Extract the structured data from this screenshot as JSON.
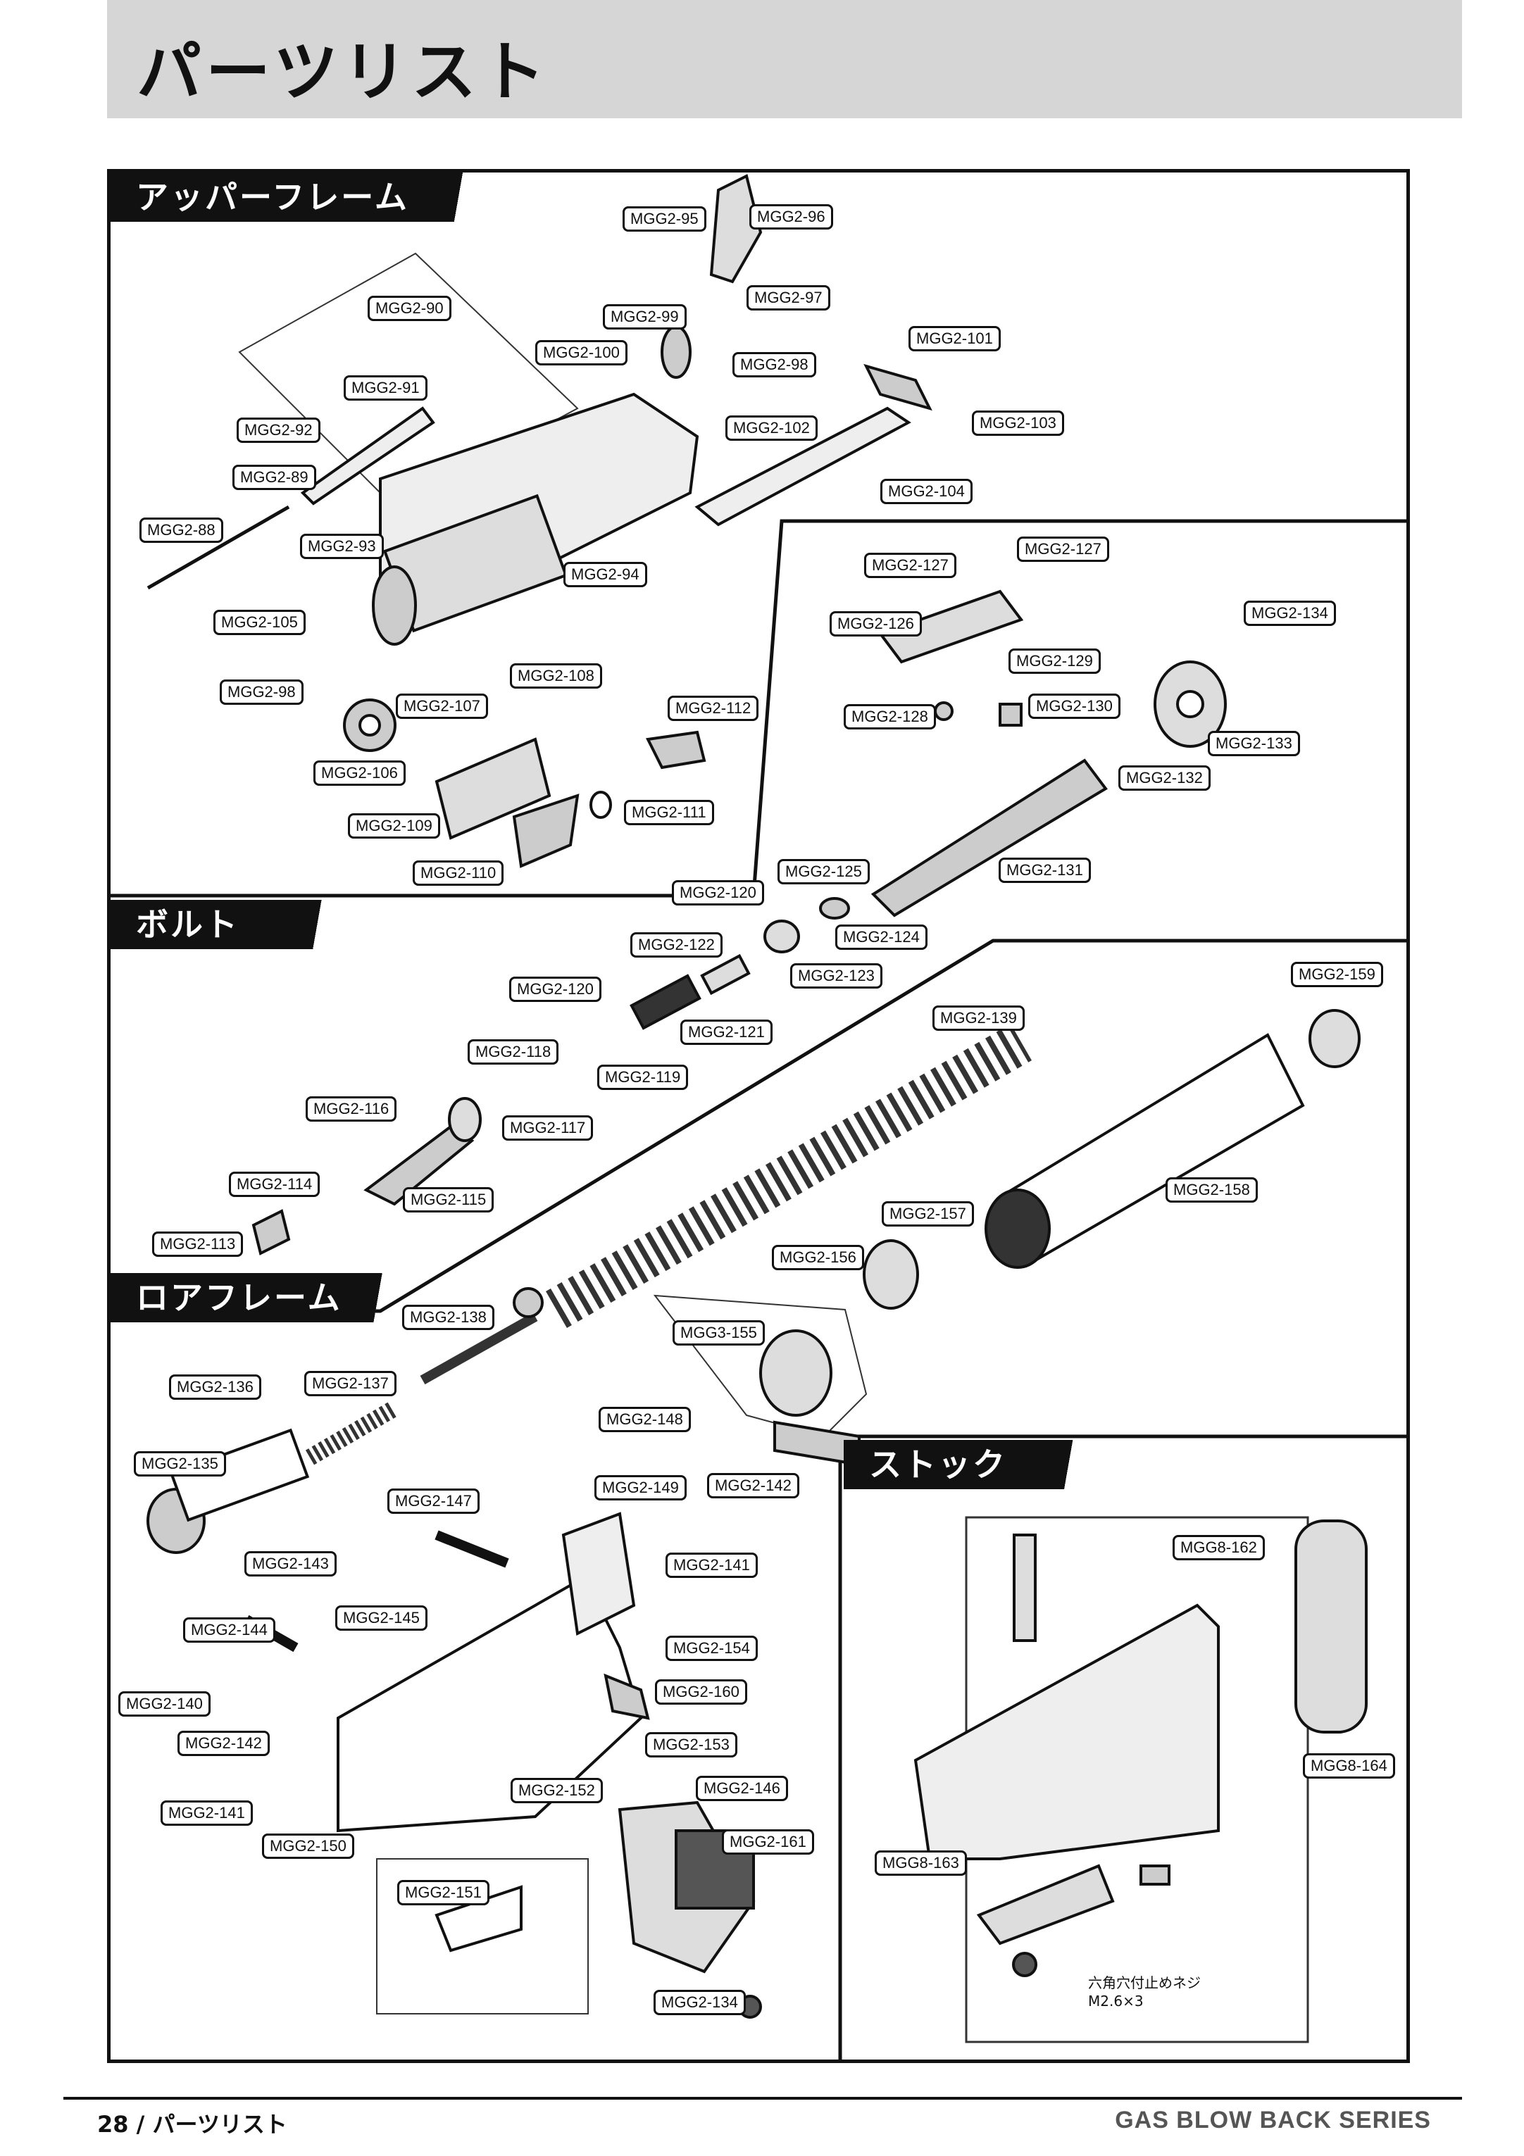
{
  "title": "パーツリスト",
  "sections": {
    "upper": "アッパーフレーム",
    "bolt": "ボルト",
    "lower": "ロアフレーム",
    "stock": "ストック"
  },
  "callouts": [
    "MGG2-95",
    "MGG2-96",
    "MGG2-97",
    "MGG2-98",
    "MGG2-99",
    "MGG2-100",
    "MGG2-101",
    "MGG2-102",
    "MGG2-103",
    "MGG2-104",
    "MGG2-90",
    "MGG2-91",
    "MGG2-92",
    "MGG2-89",
    "MGG2-88",
    "MGG2-93",
    "MGG2-94",
    "MGG2-105",
    "MGG2-98",
    "MGG2-107",
    "MGG2-108",
    "MGG2-112",
    "MGG2-106",
    "MGG2-109",
    "MGG2-111",
    "MGG2-110",
    "MGG2-127",
    "MGG2-127",
    "MGG2-126",
    "MGG2-129",
    "MGG2-134",
    "MGG2-128",
    "MGG2-130",
    "MGG2-133",
    "MGG2-132",
    "MGG2-131",
    "MGG2-125",
    "MGG2-120",
    "MGG2-124",
    "MGG2-122",
    "MGG2-123",
    "MGG2-120",
    "MGG2-121",
    "MGG2-118",
    "MGG2-119",
    "MGG2-139",
    "MGG2-159",
    "MGG2-116",
    "MGG2-117",
    "MGG2-114",
    "MGG2-115",
    "MGG2-113",
    "MGG2-157",
    "MGG2-158",
    "MGG2-156",
    "MGG2-138",
    "MGG3-155",
    "MGG2-136",
    "MGG2-137",
    "MGG2-148",
    "MGG2-135",
    "MGG2-149",
    "MGG2-142",
    "MGG2-147",
    "MGG2-141",
    "MGG2-143",
    "MGG2-145",
    "MGG2-144",
    "MGG2-154",
    "MGG2-160",
    "MGG2-140",
    "MGG2-142",
    "MGG2-153",
    "MGG2-141",
    "MGG2-152",
    "MGG2-146",
    "MGG2-150",
    "MGG2-161",
    "MGG2-151",
    "MGG2-134",
    "MGG8-162",
    "MGG8-164",
    "MGG8-163"
  ],
  "stock_note": "六角穴付止めネジ\nM2.6×3",
  "footer": {
    "left": "28 / パーツリスト",
    "right": "GAS BLOW BACK SERIES"
  }
}
